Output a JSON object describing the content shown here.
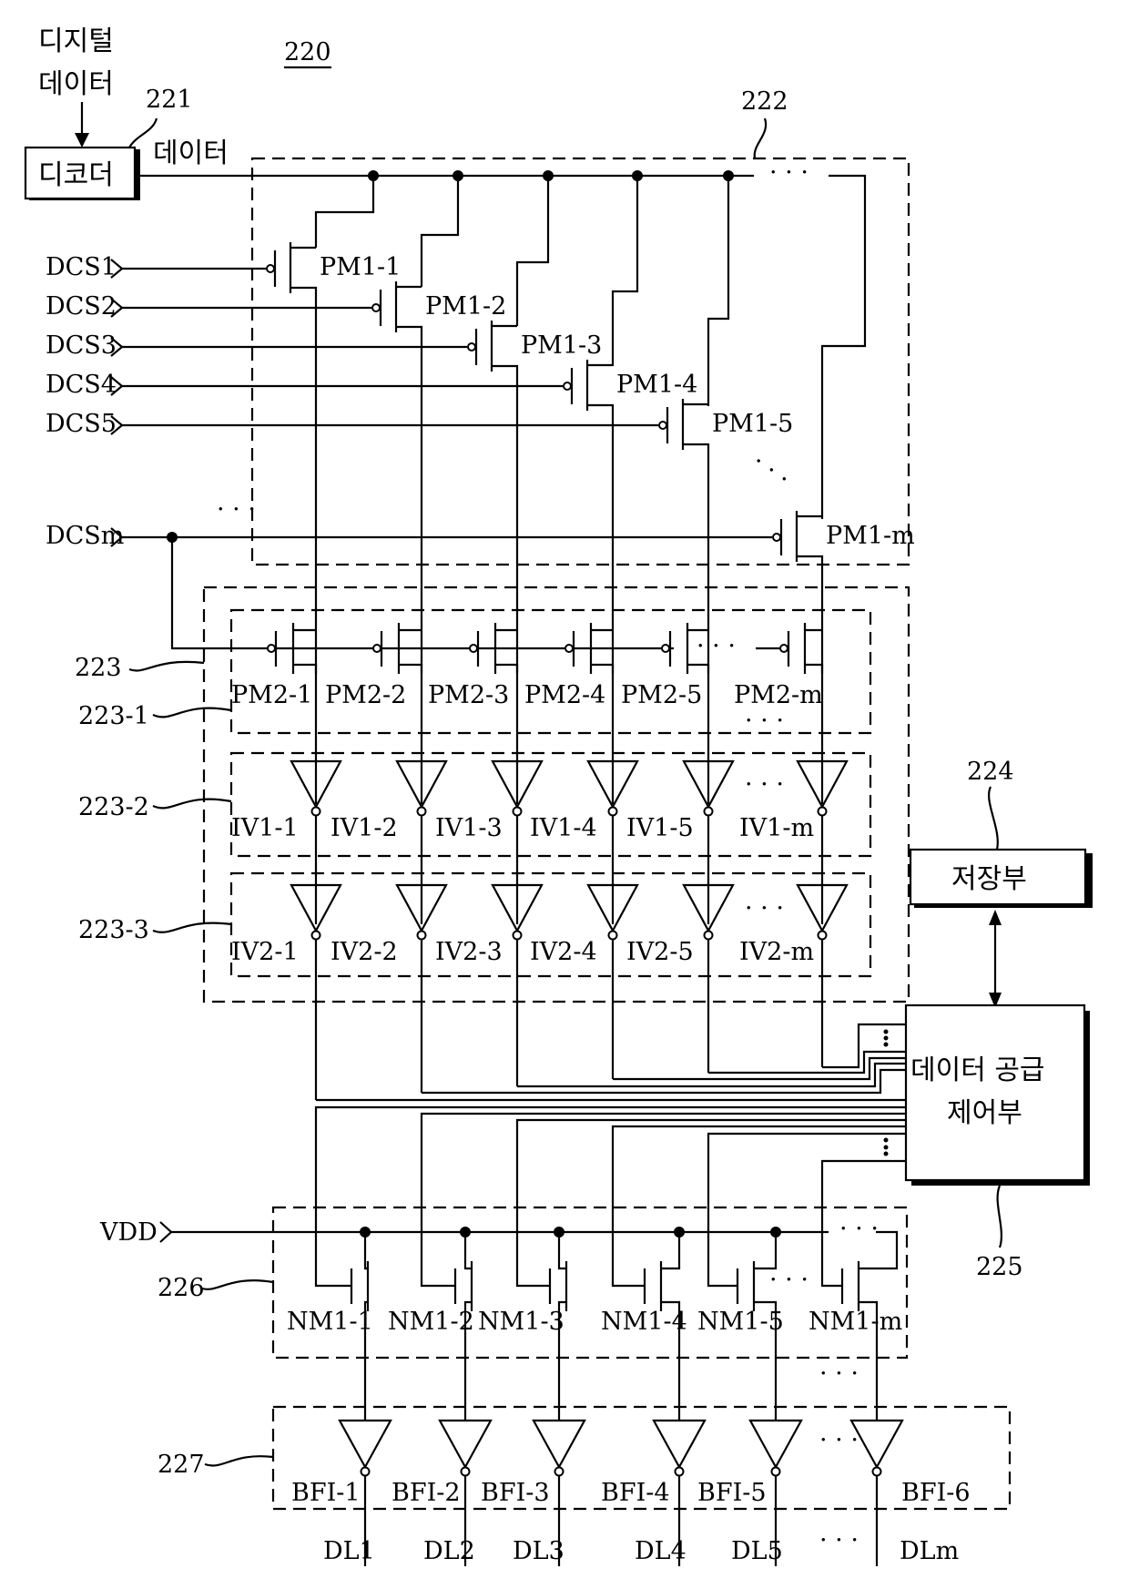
{
  "figure": {
    "ref_main": "220",
    "input_label_line1": "디지털",
    "input_label_line2": "데이터",
    "decoder": {
      "ref": "221",
      "label": "디코더",
      "output_label": "데이터"
    },
    "switch_block": {
      "ref": "222",
      "ellipsis": "· · ·"
    },
    "signals": {
      "dcs": [
        "DCS1",
        "DCS2",
        "DCS3",
        "DCS4",
        "DCS5",
        "DCSm"
      ],
      "ellipsis": "· · ·"
    },
    "pm1": [
      "PM1-1",
      "PM1-2",
      "PM1-3",
      "PM1-4",
      "PM1-5",
      "PM1-m"
    ],
    "latch_block": {
      "ref": "223",
      "sub_refs": [
        "223-1",
        "223-2",
        "223-3"
      ],
      "pm2": [
        "PM2-1",
        "PM2-2",
        "PM2-3",
        "PM2-4",
        "PM2-5",
        "PM2-m"
      ],
      "iv1": [
        "IV1-1",
        "IV1-2",
        "IV1-3",
        "IV1-4",
        "IV1-5",
        "IV1-m"
      ],
      "iv2": [
        "IV2-1",
        "IV2-2",
        "IV2-3",
        "IV2-4",
        "IV2-5",
        "IV2-m"
      ]
    },
    "storage": {
      "ref": "224",
      "label": "저장부"
    },
    "controller": {
      "ref": "225",
      "label_line1": "데이터 공급",
      "label_line2": "제어부"
    },
    "supply_block": {
      "ref": "226",
      "vdd": "VDD",
      "nm1": [
        "NM1-1",
        "NM1-2",
        "NM1-3",
        "NM1-4",
        "NM1-5",
        "NM1-m"
      ]
    },
    "buffer_block": {
      "ref": "227",
      "bfi": [
        "BFI-1",
        "BFI-2",
        "BFI-3",
        "BFI-4",
        "BFI-5",
        "BFI-6"
      ]
    },
    "data_lines": [
      "DL1",
      "DL2",
      "DL3",
      "DL4",
      "DL5",
      "DLm"
    ],
    "ellipsis": "· · ·"
  }
}
